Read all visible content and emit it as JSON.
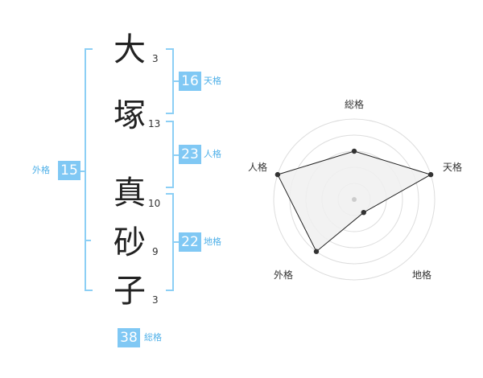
{
  "name": {
    "characters": [
      {
        "char": "大",
        "strokes": "3"
      },
      {
        "char": "塚",
        "strokes": "13"
      },
      {
        "char": "真",
        "strokes": "10"
      },
      {
        "char": "砂",
        "strokes": "9"
      },
      {
        "char": "子",
        "strokes": "3"
      }
    ]
  },
  "fortune": {
    "tenkaku": {
      "label": "天格",
      "value": "16"
    },
    "jinkaku": {
      "label": "人格",
      "value": "23"
    },
    "chikaku": {
      "label": "地格",
      "value": "22"
    },
    "gaikaku": {
      "label": "外格",
      "value": "15"
    },
    "soukaku": {
      "label": "総格",
      "value": "38"
    }
  },
  "radar": {
    "axes": [
      "総格",
      "天格",
      "地格",
      "外格",
      "人格"
    ],
    "values": [
      3,
      5,
      1,
      4,
      5
    ],
    "max": 5,
    "colors": {
      "fill": "#f0f0f0",
      "line": "#222222",
      "ring": "#dddddd",
      "dot": "#333333",
      "center": "#cccccc"
    }
  }
}
